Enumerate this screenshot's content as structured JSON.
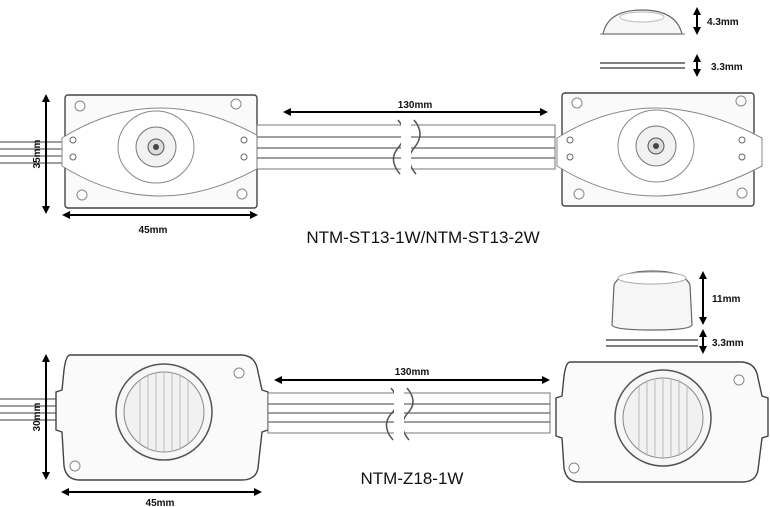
{
  "module_top": {
    "model_label": "NTM-ST13-1W/NTM-ST13-2W",
    "cable_length": "130mm",
    "height_dim": "35mm",
    "width_dim": "45mm",
    "lens_height_dim": "4.3mm",
    "base_height_dim": "3.3mm"
  },
  "module_bottom": {
    "model_label": "NTM-Z18-1W",
    "cable_length": "130mm",
    "height_dim": "30mm",
    "width_dim": "45mm",
    "lens_height_dim": "11mm",
    "base_height_dim": "3.3mm"
  }
}
